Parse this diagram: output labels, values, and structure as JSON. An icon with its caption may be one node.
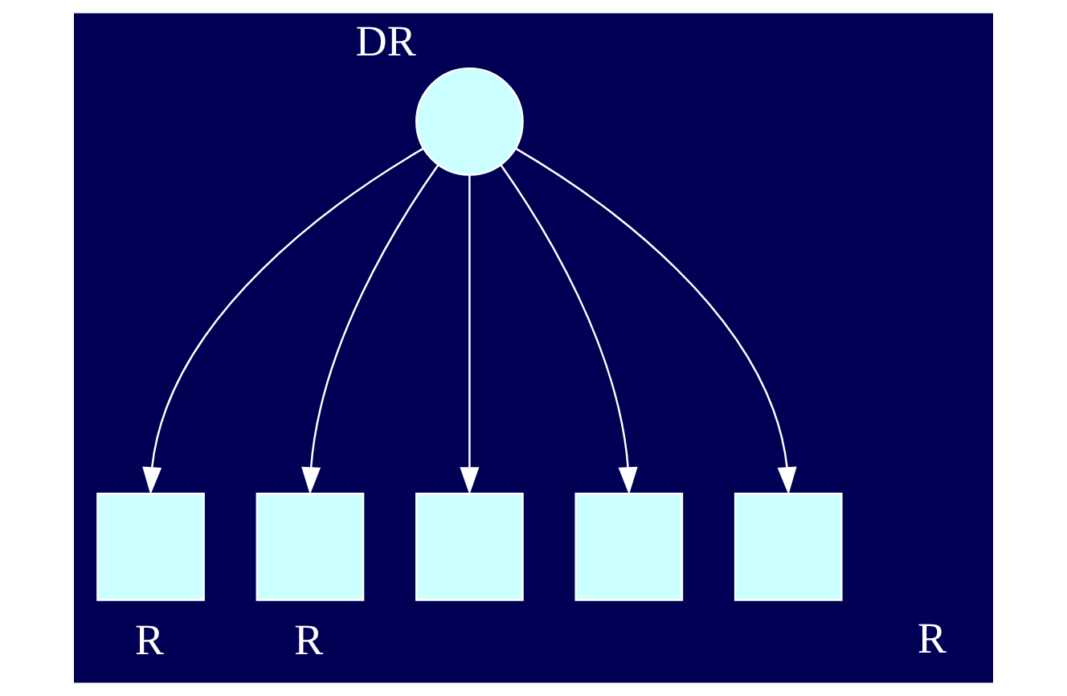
{
  "diagram": {
    "nodes": [
      {
        "text": [],
        "shape": "circle",
        "beside": [
          "DR"
        ]
      },
      {
        "text": [],
        "shape": "box",
        "beside": [
          "R"
        ]
      },
      {
        "text": [],
        "shape": "box",
        "beside": [
          "R"
        ]
      },
      {
        "text": [],
        "shape": "box"
      },
      {
        "text": [],
        "shape": "box"
      },
      {
        "text": [],
        "shape": "box"
      }
    ],
    "edges": [
      {
        "from": 0,
        "to": 1,
        "arrow": "to"
      },
      {
        "from": 0,
        "to": 2,
        "arrow": "to"
      },
      {
        "from": 0,
        "to": 3,
        "arrow": "to"
      },
      {
        "from": 0,
        "to": 4,
        "arrow": "to"
      },
      {
        "from": 0,
        "to": 5,
        "arrow": "to"
      }
    ],
    "labels": [
      "R"
    ]
  }
}
